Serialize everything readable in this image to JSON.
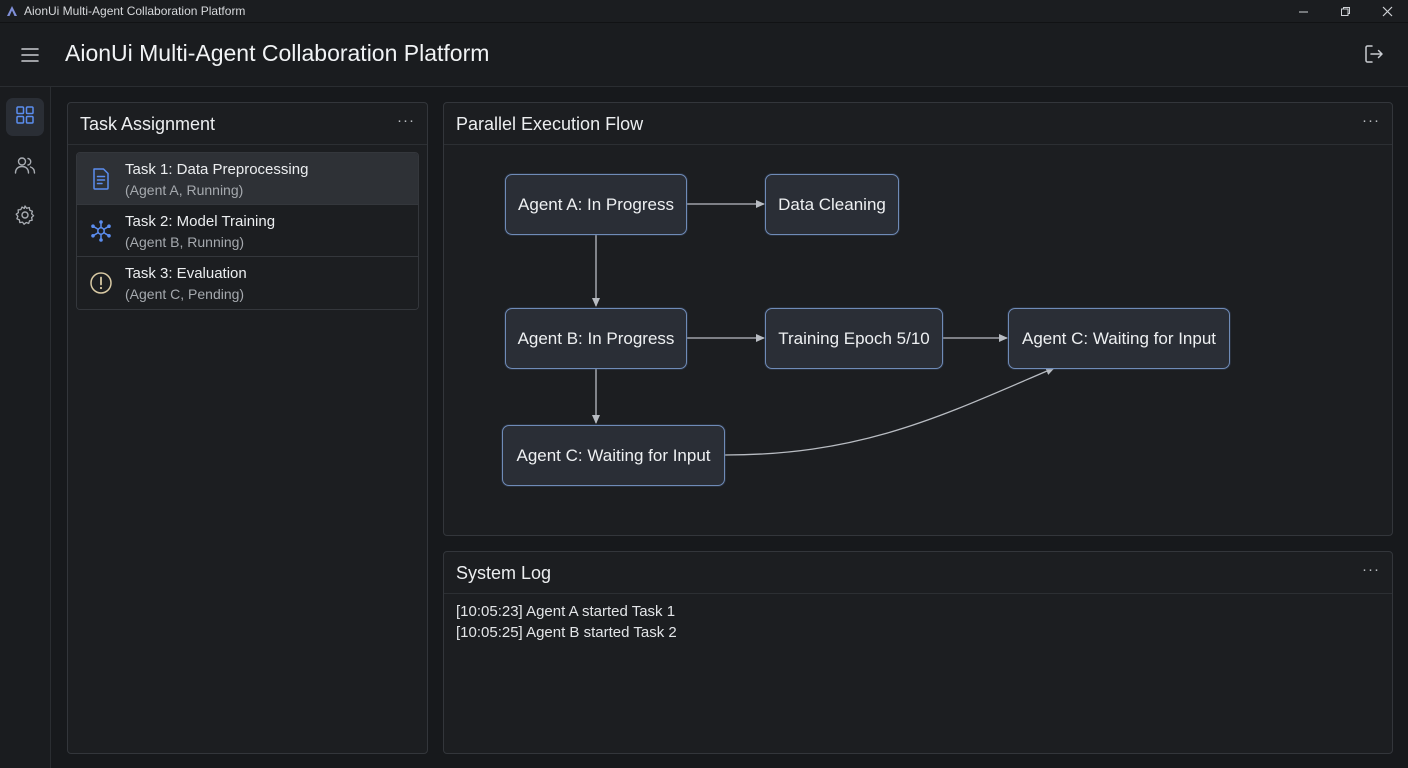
{
  "window": {
    "title": "AionUi Multi-Agent Collaboration Platform",
    "controls": {
      "minimize": "—",
      "restore": "❐",
      "close": "✕"
    }
  },
  "header": {
    "title": "AionUi Multi-Agent Collaboration Platform",
    "menu_icon": "hamburger-icon",
    "logout_icon": "logout-icon"
  },
  "sidebar": {
    "items": [
      {
        "name": "dashboard",
        "icon": "grid-icon",
        "active": true
      },
      {
        "name": "agents",
        "icon": "users-icon",
        "active": false
      },
      {
        "name": "settings",
        "icon": "gear-icon",
        "active": false
      }
    ]
  },
  "task_panel": {
    "title": "Task Assignment",
    "more": "···",
    "tasks": [
      {
        "name": "Task 1: Data Preprocessing",
        "sub": "(Agent A, Running)",
        "icon": "document-icon",
        "selected": true
      },
      {
        "name": "Task 2: Model Training",
        "sub": "(Agent B, Running)",
        "icon": "network-icon",
        "selected": false
      },
      {
        "name": "Task 3: Evaluation",
        "sub": "(Agent C, Pending)",
        "icon": "alert-icon",
        "selected": false
      }
    ]
  },
  "flow_panel": {
    "title": "Parallel Execution Flow",
    "more": "···",
    "nodes": {
      "agent_a": "Agent A: In Progress",
      "data_cleaning": "Data Cleaning",
      "agent_b": "Agent B: In Progress",
      "training": "Training Epoch 5/10",
      "agent_c_right": "Agent C: Waiting for Input",
      "agent_c_left": "Agent C: Waiting for Input"
    }
  },
  "log_panel": {
    "title": "System Log",
    "more": "···",
    "lines": [
      "[10:05:23] Agent A started Task 1",
      "[10:05:25] Agent B started Task 2"
    ]
  },
  "colors": {
    "accent": "#5b8def",
    "node_border": "#6f8bb7",
    "background": "#17191c",
    "panel": "#1c1e21"
  }
}
